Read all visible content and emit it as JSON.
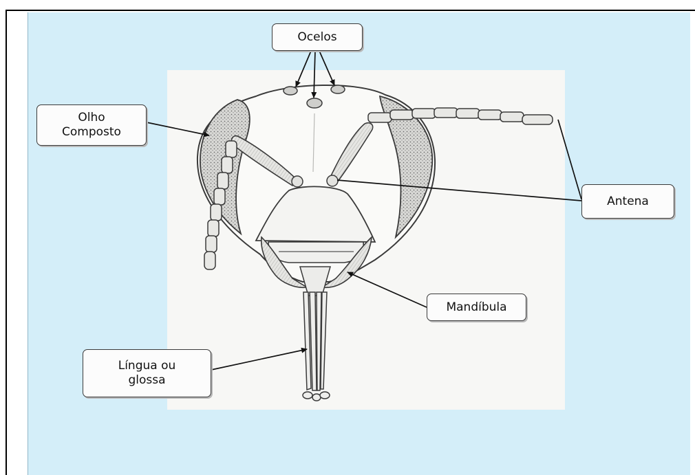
{
  "labels": {
    "ocelos": "Ocelos",
    "olho_composto": "Olho\nComposto",
    "antena": "Antena",
    "mandibula": "Mandíbula",
    "lingua": "Língua ou\nglossa"
  },
  "colors": {
    "panel_background": "#d4eef9",
    "illustration_background": "#f7f7f5",
    "line_art": "#3a3a3a",
    "eye_texture": "#9a9a9a"
  }
}
